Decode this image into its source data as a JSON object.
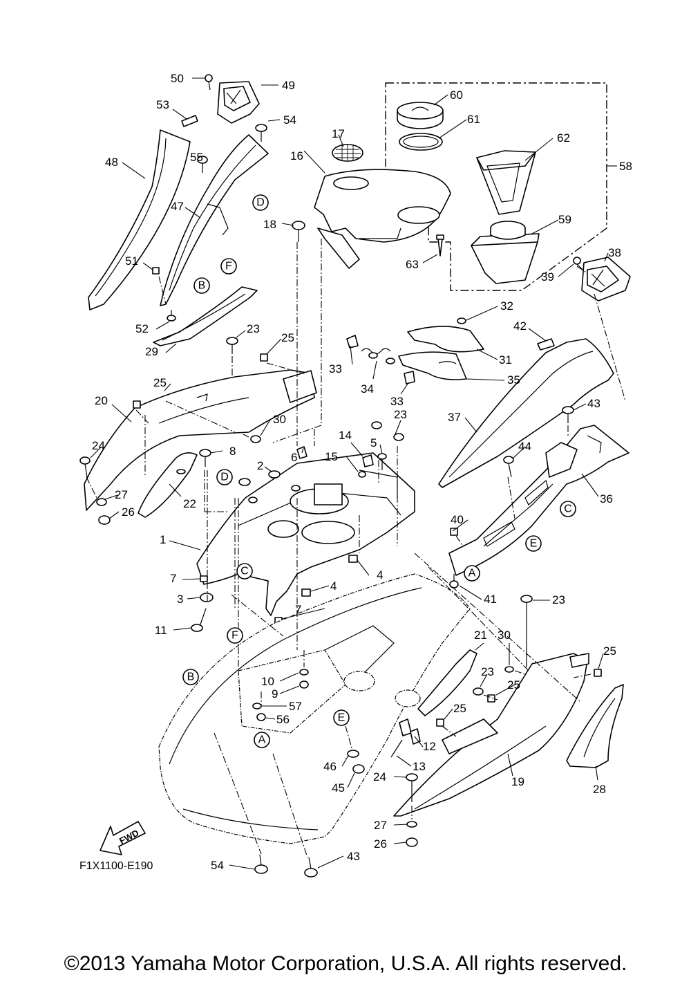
{
  "drawing_code": "F1X1100-E190",
  "copyright": "©2013 Yamaha Motor Corporation, U.S.A. All rights reserved.",
  "fwd_label": "FWD",
  "part_numbers": [
    "1",
    "2",
    "3",
    "4",
    "5",
    "6",
    "7",
    "8",
    "9",
    "10",
    "11",
    "12",
    "13",
    "14",
    "15",
    "16",
    "17",
    "18",
    "19",
    "20",
    "21",
    "22",
    "23",
    "24",
    "25",
    "26",
    "27",
    "28",
    "29",
    "30",
    "31",
    "32",
    "33",
    "34",
    "35",
    "36",
    "37",
    "38",
    "39",
    "40",
    "41",
    "42",
    "43",
    "44",
    "45",
    "46",
    "47",
    "48",
    "49",
    "50",
    "51",
    "52",
    "53",
    "54",
    "55",
    "56",
    "57",
    "58",
    "59",
    "60",
    "61",
    "62",
    "63"
  ],
  "reference_letters": [
    "A",
    "B",
    "C",
    "D",
    "E",
    "F"
  ]
}
